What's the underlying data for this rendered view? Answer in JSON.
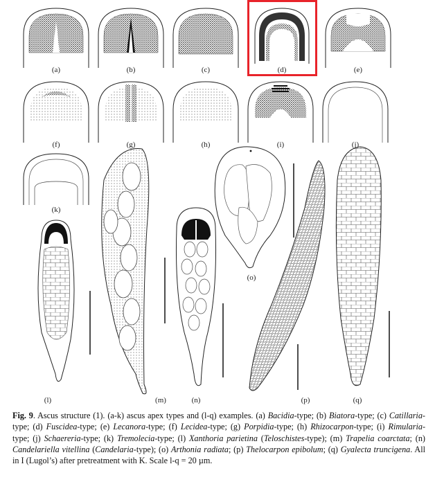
{
  "figure": {
    "apex_labels": [
      "(a)",
      "(b)",
      "(c)",
      "(d)",
      "(e)",
      "(f)",
      "(g)",
      "(h)",
      "(i)",
      "(j)",
      "(k)"
    ],
    "ascus_labels": [
      "(l)",
      "(m)",
      "(n)",
      "(o)",
      "(p)",
      "(q)"
    ],
    "highlighted_panel": "(d)",
    "highlight_color": "#e8232a"
  },
  "caption": {
    "fig_label": "Fig. 9",
    "segments": [
      {
        "t": ". Ascus structure (1). (a-k) ascus apex types and (l-q) examples. (a) ",
        "i": false
      },
      {
        "t": "Bacidia",
        "i": true
      },
      {
        "t": "-type; (b) ",
        "i": false
      },
      {
        "t": "Biatora",
        "i": true
      },
      {
        "t": "-type; (c) ",
        "i": false
      },
      {
        "t": "Catillaria",
        "i": true
      },
      {
        "t": "-type; (d) ",
        "i": false
      },
      {
        "t": "Fuscidea",
        "i": true
      },
      {
        "t": "-type; (e) ",
        "i": false
      },
      {
        "t": "Lecanora",
        "i": true
      },
      {
        "t": "-type; (f) ",
        "i": false
      },
      {
        "t": "Lecidea",
        "i": true
      },
      {
        "t": "-type; (g) ",
        "i": false
      },
      {
        "t": "Porpidia",
        "i": true
      },
      {
        "t": "-type; (h) ",
        "i": false
      },
      {
        "t": "Rhizocarpon",
        "i": true
      },
      {
        "t": "-type; (i) ",
        "i": false
      },
      {
        "t": "Rimularia",
        "i": true
      },
      {
        "t": "-type; (j) ",
        "i": false
      },
      {
        "t": "Schaereria",
        "i": true
      },
      {
        "t": "-type; (k) ",
        "i": false
      },
      {
        "t": "Tremolecia",
        "i": true
      },
      {
        "t": "-type; (l) ",
        "i": false
      },
      {
        "t": "Xanthoria parietina",
        "i": true
      },
      {
        "t": " (",
        "i": false
      },
      {
        "t": "Teloschistes",
        "i": true
      },
      {
        "t": "-type); (m) ",
        "i": false
      },
      {
        "t": "Trapelia coarctata",
        "i": true
      },
      {
        "t": "; (n) ",
        "i": false
      },
      {
        "t": "Candelariella vitellina",
        "i": true
      },
      {
        "t": " (",
        "i": false
      },
      {
        "t": "Candelaria",
        "i": true
      },
      {
        "t": "-type); (o) ",
        "i": false
      },
      {
        "t": "Arthonia radiata",
        "i": true
      },
      {
        "t": "; (p) ",
        "i": false
      },
      {
        "t": "Thelocarpon epibolum",
        "i": true
      },
      {
        "t": "; (q) ",
        "i": false
      },
      {
        "t": "Gyalecta truncigena",
        "i": true
      },
      {
        "t": ". All in I (Lugol’s) after pretreatment with K. Scale l-q = 20 µm.",
        "i": false
      }
    ]
  }
}
